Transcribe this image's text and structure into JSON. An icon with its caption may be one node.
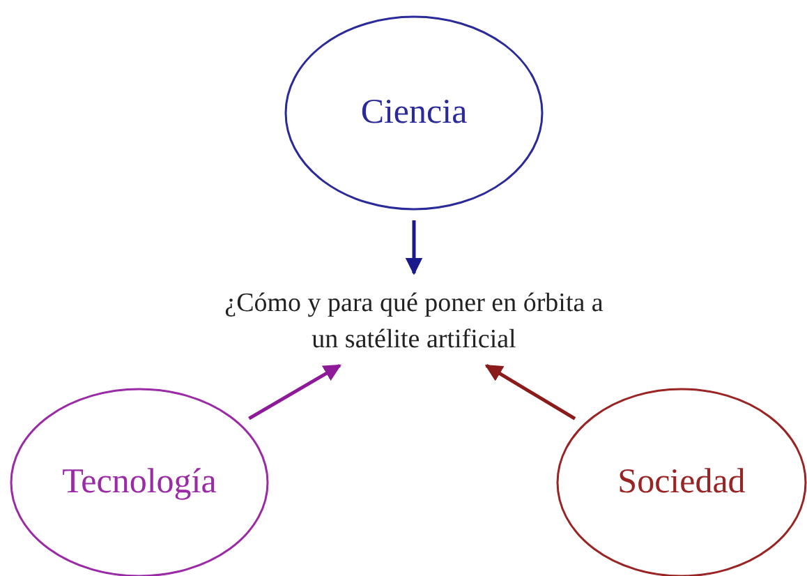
{
  "diagram": {
    "nodes": [
      {
        "text": [
          "Ciencia"
        ]
      },
      {
        "text": [
          "¿Cómo y para qué poner en órbita a un satélite artificial"
        ]
      },
      {
        "text": [
          "Tecnología"
        ]
      },
      {
        "text": [
          "Sociedad"
        ]
      }
    ],
    "edges": [
      {
        "from": 0,
        "to": 1,
        "arrow": "to",
        "color": "#1a1a8c"
      },
      {
        "from": 2,
        "to": 1,
        "arrow": "to",
        "color": "#8e1a9a"
      },
      {
        "from": 3,
        "to": 1,
        "arrow": "to",
        "color": "#8b1a1a"
      }
    ]
  }
}
